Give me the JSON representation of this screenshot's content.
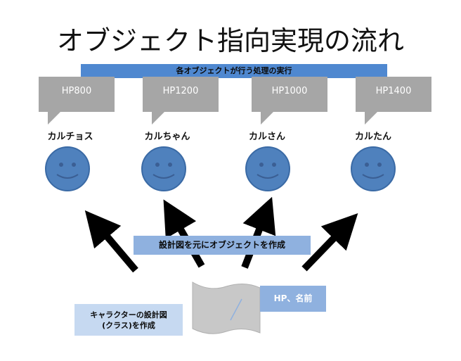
{
  "title": "オブジェクト指向実現の流れ",
  "top_banner": "各オブジェクトが行う処理の実行",
  "objects": [
    {
      "hp": "HP800",
      "name": "カルチョス"
    },
    {
      "hp": "HP1200",
      "name": "カルちゃん"
    },
    {
      "hp": "HP1000",
      "name": "カルさん"
    },
    {
      "hp": "HP1400",
      "name": "カルたん"
    }
  ],
  "middle_banner": "設計図を元にオブジェクトを作成",
  "class_callout": "HP、名前",
  "class_box": {
    "line1": "キャラクターの設計図",
    "line2": "(クラス)を作成"
  },
  "colors": {
    "banner_blue": "#4f88d0",
    "light_blue": "#8fb1df",
    "pale_blue": "#c6d9f1",
    "bubble_gray": "#a6a6a6",
    "face_blue": "#4f81bd"
  },
  "icons": [
    "speech-bubble-icon",
    "smiley-face-icon",
    "arrow-icon",
    "document-icon"
  ]
}
